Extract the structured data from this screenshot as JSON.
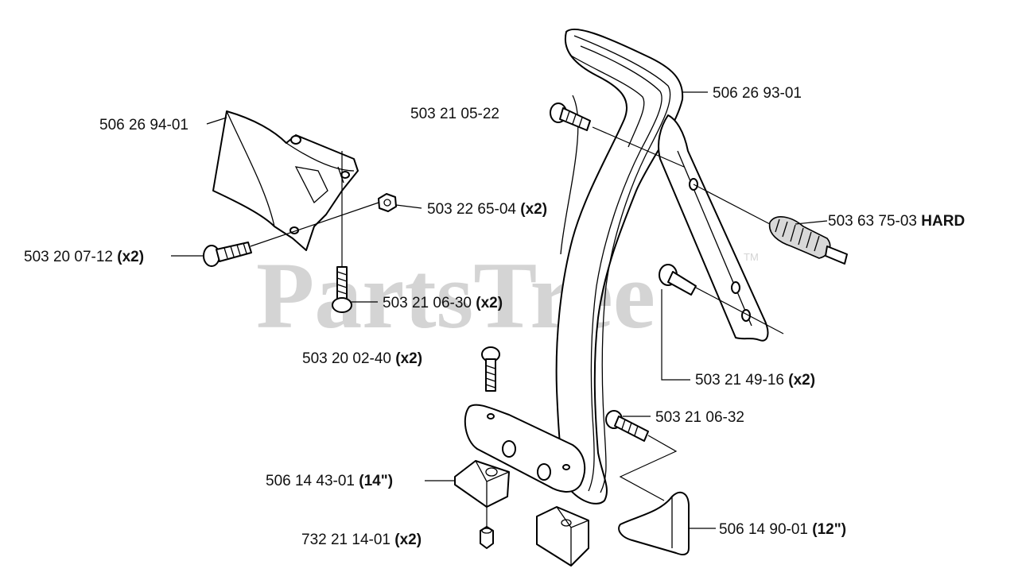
{
  "watermark": {
    "text": "PartsTree",
    "tm": "TM"
  },
  "labels": {
    "handle_bar": {
      "part": "506 26 93-01",
      "note": ""
    },
    "screw_top": {
      "part": "503 21 05-22",
      "note": ""
    },
    "bracket": {
      "part": "506 26 94-01",
      "note": ""
    },
    "nut": {
      "part": "503 22 65-04",
      "note": "(x2)"
    },
    "av_spring": {
      "part": "503 63 75-03",
      "note": "HARD"
    },
    "screw_left": {
      "part": "503 20 07-12",
      "note": "(x2)"
    },
    "screw_vert": {
      "part": "503 21 06-30",
      "note": "(x2)"
    },
    "screw_2040": {
      "part": "503 20 02-40",
      "note": "(x2)"
    },
    "screw_4916": {
      "part": "503 21 49-16",
      "note": "(x2)"
    },
    "screw_0632": {
      "part": "503 21 06-32",
      "note": ""
    },
    "spacer_14": {
      "part": "506 14 43-01",
      "note": "(14\")"
    },
    "locknut": {
      "part": "732 21 14-01",
      "note": "(x2)"
    },
    "guard_12": {
      "part": "506 14 90-01",
      "note": "(12\")"
    }
  }
}
